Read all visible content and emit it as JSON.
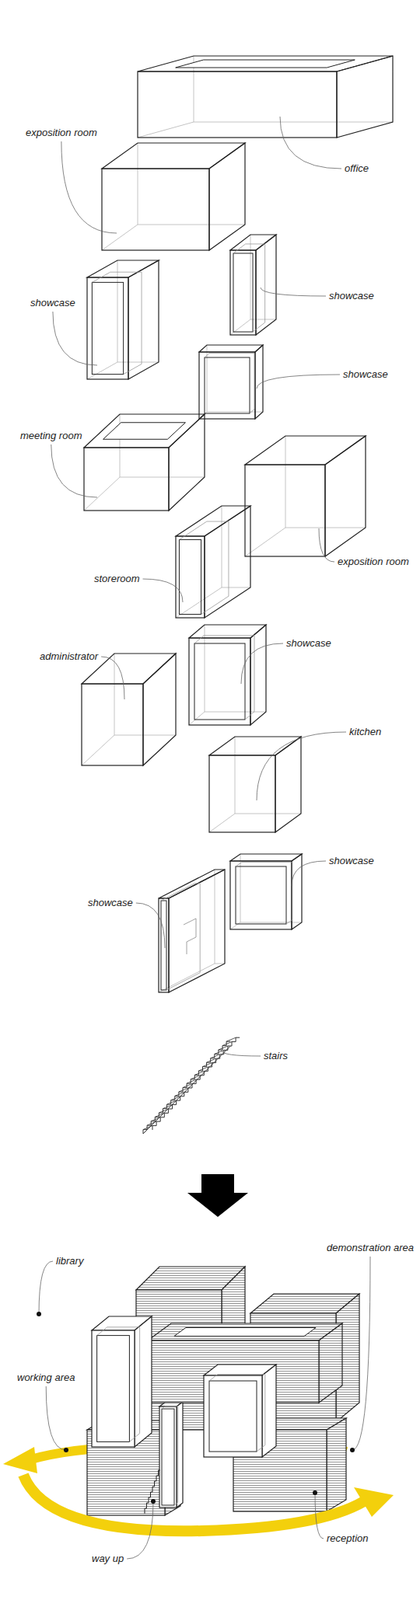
{
  "diagram": {
    "labels": [
      "exposition room",
      "office",
      "showcase",
      "showcase",
      "showcase",
      "meeting room",
      "exposition room",
      "storeroom",
      "administrator",
      "showcase",
      "kitchen",
      "showcase",
      "showcase",
      "stairs",
      "library",
      "demonstration area",
      "working area",
      "reception",
      "way up"
    ]
  }
}
